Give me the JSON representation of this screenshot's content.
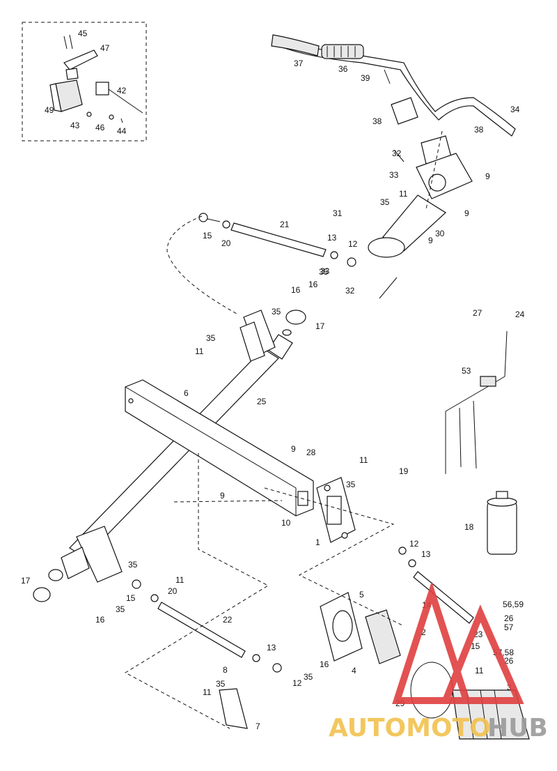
{
  "labels": [
    {
      "id": "1",
      "text": "1"
    },
    {
      "id": "2",
      "text": "2"
    },
    {
      "id": "3",
      "text": "3"
    },
    {
      "id": "4",
      "text": "4"
    },
    {
      "id": "5",
      "text": "5"
    },
    {
      "id": "6",
      "text": "6"
    },
    {
      "id": "7",
      "text": "7"
    },
    {
      "id": "8",
      "text": "8"
    },
    {
      "id": "9a",
      "text": "9"
    },
    {
      "id": "9b",
      "text": "9"
    },
    {
      "id": "9c",
      "text": "9"
    },
    {
      "id": "9d",
      "text": "9"
    },
    {
      "id": "9e",
      "text": "9"
    },
    {
      "id": "10",
      "text": "10"
    },
    {
      "id": "11a",
      "text": "11"
    },
    {
      "id": "11b",
      "text": "11"
    },
    {
      "id": "11c",
      "text": "11"
    },
    {
      "id": "11d",
      "text": "11"
    },
    {
      "id": "11e",
      "text": "11"
    },
    {
      "id": "11f",
      "text": "11"
    },
    {
      "id": "12a",
      "text": "12"
    },
    {
      "id": "12b",
      "text": "12"
    },
    {
      "id": "12c",
      "text": "12"
    },
    {
      "id": "13a",
      "text": "13"
    },
    {
      "id": "13b",
      "text": "13"
    },
    {
      "id": "13c",
      "text": "13"
    },
    {
      "id": "14",
      "text": "14"
    },
    {
      "id": "15a",
      "text": "15"
    },
    {
      "id": "15b",
      "text": "15"
    },
    {
      "id": "15c",
      "text": "15"
    },
    {
      "id": "16a",
      "text": "16"
    },
    {
      "id": "16b",
      "text": "16"
    },
    {
      "id": "16c",
      "text": "16"
    },
    {
      "id": "16d",
      "text": "16"
    },
    {
      "id": "17a",
      "text": "17"
    },
    {
      "id": "17b",
      "text": "17"
    },
    {
      "id": "18",
      "text": "18"
    },
    {
      "id": "19",
      "text": "19"
    },
    {
      "id": "20a",
      "text": "20"
    },
    {
      "id": "20b",
      "text": "20"
    },
    {
      "id": "21",
      "text": "21"
    },
    {
      "id": "22",
      "text": "22"
    },
    {
      "id": "23",
      "text": "23"
    },
    {
      "id": "24",
      "text": "24"
    },
    {
      "id": "25",
      "text": "25"
    },
    {
      "id": "26a",
      "text": "26"
    },
    {
      "id": "26b",
      "text": "26"
    },
    {
      "id": "27",
      "text": "27"
    },
    {
      "id": "28",
      "text": "28"
    },
    {
      "id": "29",
      "text": "29"
    },
    {
      "id": "30",
      "text": "30"
    },
    {
      "id": "31",
      "text": "31"
    },
    {
      "id": "32a",
      "text": "32"
    },
    {
      "id": "32b",
      "text": "32"
    },
    {
      "id": "33a",
      "text": "33"
    },
    {
      "id": "33b",
      "text": "33"
    },
    {
      "id": "34",
      "text": "34"
    },
    {
      "id": "35a",
      "text": "35"
    },
    {
      "id": "35b",
      "text": "35"
    },
    {
      "id": "35c",
      "text": "35"
    },
    {
      "id": "35d",
      "text": "35"
    },
    {
      "id": "35e",
      "text": "35"
    },
    {
      "id": "35f",
      "text": "35"
    },
    {
      "id": "35g",
      "text": "35"
    },
    {
      "id": "35h",
      "text": "35"
    },
    {
      "id": "35i",
      "text": "35"
    },
    {
      "id": "36",
      "text": "36"
    },
    {
      "id": "37",
      "text": "37"
    },
    {
      "id": "38a",
      "text": "38"
    },
    {
      "id": "38b",
      "text": "38"
    },
    {
      "id": "39",
      "text": "39"
    },
    {
      "id": "42",
      "text": "42"
    },
    {
      "id": "43",
      "text": "43"
    },
    {
      "id": "44",
      "text": "44"
    },
    {
      "id": "45",
      "text": "45"
    },
    {
      "id": "46",
      "text": "46"
    },
    {
      "id": "47",
      "text": "47"
    },
    {
      "id": "49",
      "text": "49"
    },
    {
      "id": "53",
      "text": "53"
    },
    {
      "id": "56",
      "text": "56,59"
    },
    {
      "id": "57a",
      "text": "57"
    },
    {
      "id": "57b",
      "text": "57,58"
    }
  ],
  "watermark": {
    "text_left": "AUTOMOTO",
    "text_right": "HUB",
    "color_primary": "#e04040",
    "color_secondary": "#f2c14e",
    "color_grey": "#9a9a9a"
  }
}
